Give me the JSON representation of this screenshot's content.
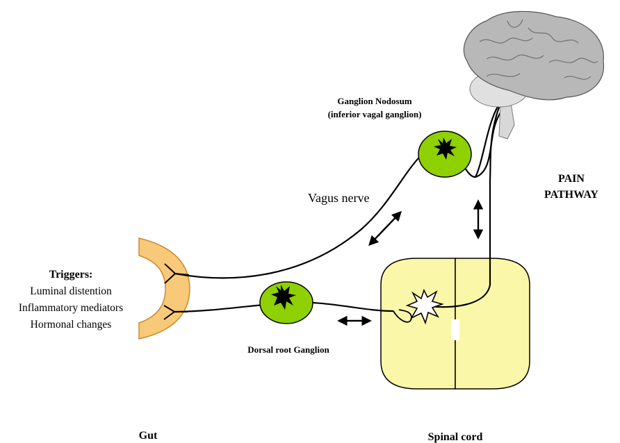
{
  "labels": {
    "ganglion_nodosum_line1": "Ganglion Nodosum",
    "ganglion_nodosum_line2": "(inferior vagal ganglion)",
    "vagus_nerve": "Vagus nerve",
    "pain_line1": "PAIN",
    "pain_line2": "PATHWAY",
    "triggers_title": "Triggers:",
    "trigger_1": "Luminal distention",
    "trigger_2": "Inflammatory mediators",
    "trigger_3": "Hormonal changes",
    "dorsal_root_ganglion": "Dorsal root Ganglion",
    "gut": "Gut",
    "spinal_cord": "Spinal cord"
  },
  "colors": {
    "gut_fill": "#f9c97a",
    "gut_stroke": "#c98a2a",
    "ganglion_fill": "#8fd000",
    "spinal_fill": "#fbf7a8",
    "brain_fill": "#b8b8b8",
    "cerebellum_fill": "#e0e0e0",
    "nerve": "#000000"
  }
}
